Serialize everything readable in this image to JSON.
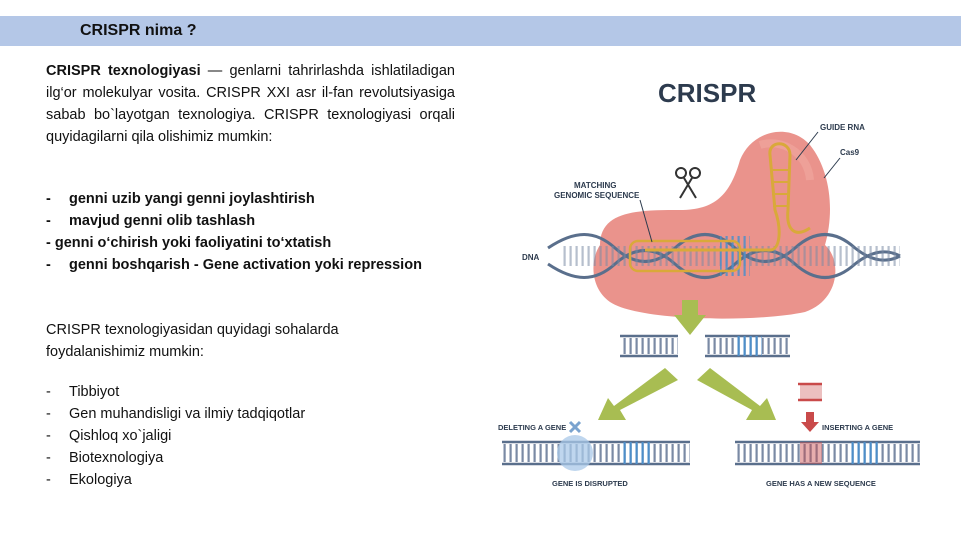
{
  "header": {
    "title": "CRISPR nima ?"
  },
  "intro": {
    "bold": "CRISPR texnologiyasi",
    "rest": " — genlarni tahrirlashda ishlatiladigan ilg‘or molekulyar vosita. CRISPR XXI asr il-fan revolutsiyasiga sabab bo`layotgan texnologiya. CRISPR texnologiyasi orqali quyidagilarni qila olishimiz mumkin:"
  },
  "abilities": [
    {
      "dash": "-",
      "text": "genni uzib yangi genni joylashtirish"
    },
    {
      "dash": "-",
      "text": "mavjud genni olib tashlash"
    },
    {
      "dash": "",
      "text": "- genni o‘chirish yoki faoliyatini to‘xtatish"
    },
    {
      "dash": "-",
      "text": "genni boshqarish  - Gene activation yoki repression"
    }
  ],
  "fields_intro": "CRISPR  texnologiyasidan quyidagi sohalarda foydalanishimiz mumkin:",
  "fields": [
    {
      "dash": "-",
      "text": "Tibbiyot"
    },
    {
      "dash": "-",
      "text": "Gen muhandisligi va ilmiy tadqiqotlar"
    },
    {
      "dash": "-",
      "text": "Qishloq xo`jaligi"
    },
    {
      "dash": "-",
      "text": "Biotexnologiya"
    },
    {
      "dash": "-",
      "text": "Ekologiya"
    }
  ],
  "diagram": {
    "title": "CRISPR",
    "guide_rna": "GUIDE RNA",
    "cas9": "Cas9",
    "matching_1": "MATCHING",
    "matching_2": "GENOMIC SEQUENCE",
    "dna": "DNA",
    "deleting": "DELETING A GENE",
    "inserting": "INSERTING A GENE",
    "disrupted": "GENE IS DISRUPTED",
    "new_sequence": "GENE HAS A NEW SEQUENCE",
    "colors": {
      "cas9": "#e8877f",
      "strand": "#5a6f8c",
      "highlight": "#4d8ec9",
      "arrow": "#a8bd52",
      "insert": "#c94a4a",
      "guide": "#d9a93a"
    }
  }
}
